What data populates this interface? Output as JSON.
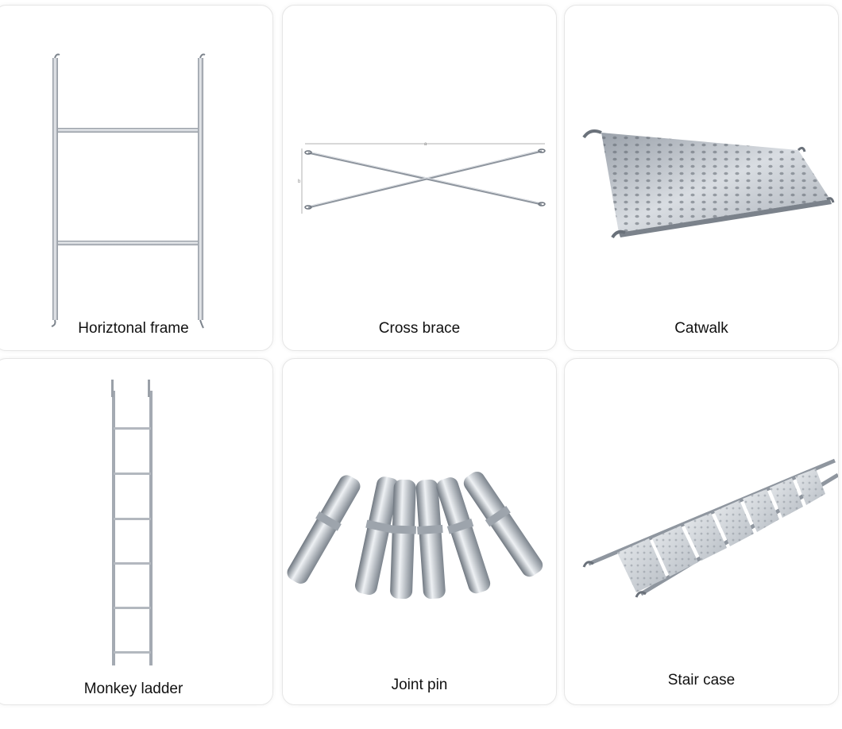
{
  "products": [
    {
      "label": "Horiztonal frame",
      "icon": "horizontal-frame-icon"
    },
    {
      "label": "Cross brace",
      "icon": "cross-brace-icon"
    },
    {
      "label": "Catwalk",
      "icon": "catwalk-icon"
    },
    {
      "label": "Monkey ladder",
      "icon": "monkey-ladder-icon"
    },
    {
      "label": "Joint pin",
      "icon": "joint-pin-icon"
    },
    {
      "label": "Stair case",
      "icon": "stair-case-icon"
    }
  ],
  "colors": {
    "steel_light": "#e3e6ea",
    "steel_mid": "#b9bec5",
    "steel_dark": "#7d848d",
    "card_border": "#e6e6e6"
  }
}
